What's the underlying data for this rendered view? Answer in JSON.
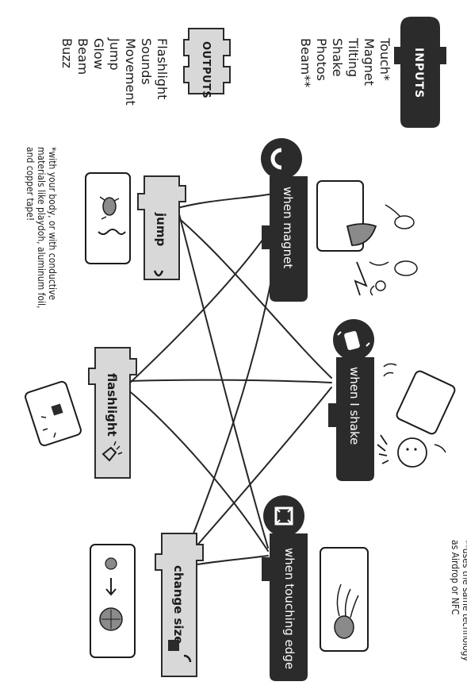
{
  "inputs": {
    "title": "INPUTS",
    "items": [
      "Touch*",
      "Magnet",
      "Tilting",
      "Shake",
      "Photos",
      "Beam**"
    ]
  },
  "outputs": {
    "title": "OUTPUTS",
    "items": [
      "Flashlight",
      "Sounds",
      "Movement",
      "Jump",
      "Glow",
      "Beam",
      "Buzz"
    ]
  },
  "triggers": [
    {
      "label": "when magnet",
      "icon": "magnet-icon"
    },
    {
      "label": "when I shake",
      "icon": "shake-icon"
    },
    {
      "label": "when touching edge",
      "icon": "touch-edge-icon"
    }
  ],
  "actions": [
    {
      "label": "jump",
      "icon": "jump-icon"
    },
    {
      "label": "flashlight",
      "icon": "flashlight-icon"
    },
    {
      "label": "change size",
      "icon": "resize-icon"
    }
  ],
  "footnotes": {
    "touch": [
      "*with your body, or with conductive",
      "materials like playdoh, aluminum foil,",
      "and copper tape!"
    ],
    "beam": [
      "**uses the same technology",
      "as Airdrop or NFC"
    ]
  },
  "colors": {
    "dark": "#2b2b2b",
    "light": "#d8d8d8",
    "line": "#262626"
  }
}
